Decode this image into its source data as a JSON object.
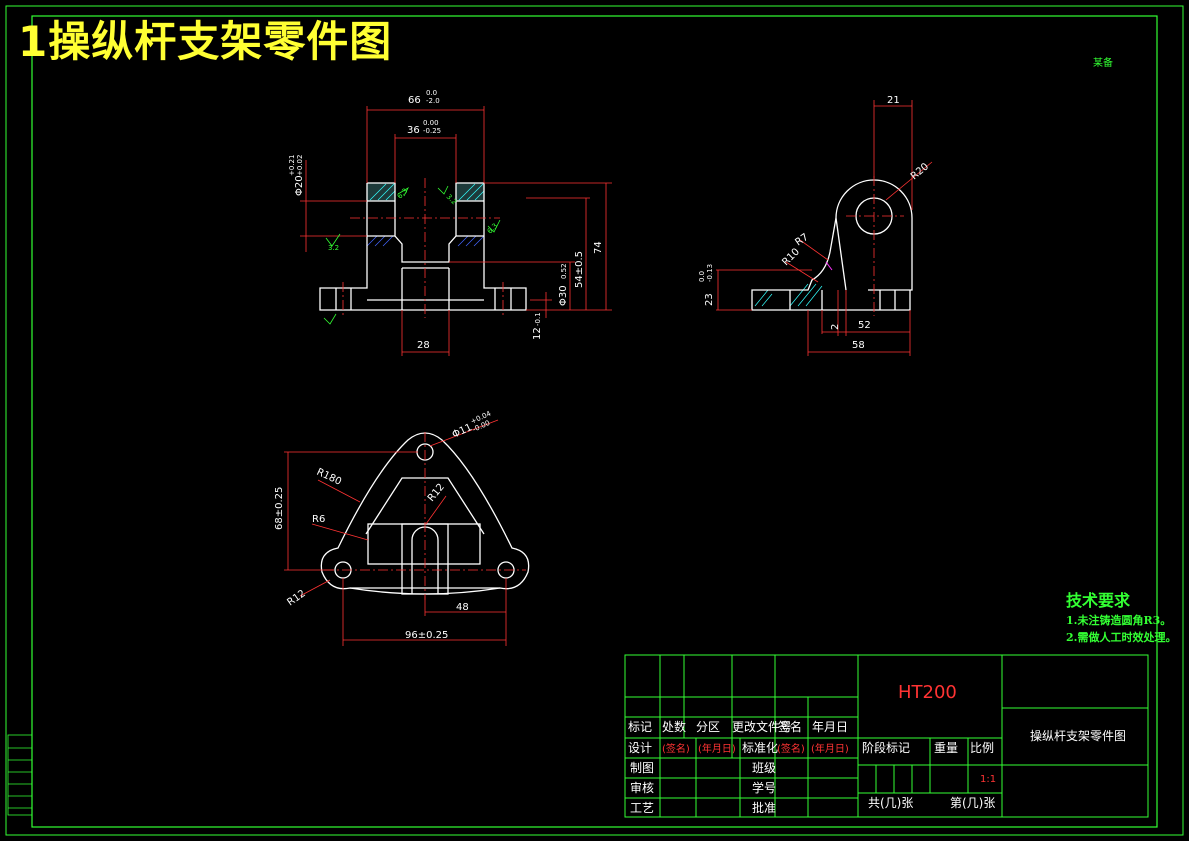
{
  "heading": "1操纵杆支架零件图",
  "signature": "某备",
  "dimensions": {
    "front": [
      "66",
      "36",
      "Φ20",
      "Φ30",
      "54±0.5",
      "74",
      "28",
      "12",
      "0.0",
      "-2.0",
      "0.00",
      "-0.25",
      "+0.21",
      "+0.02",
      "0.52",
      "-0.1"
    ],
    "side": [
      "21",
      "R20",
      "R7",
      "R10",
      "23",
      "0.0",
      "-0.13",
      "2",
      "52",
      "58"
    ],
    "top": [
      "Φ11",
      "+0.04",
      "-0.00",
      "R180",
      "R12",
      "R6",
      "68±0.25",
      "R12",
      "48",
      "96±0.25"
    ],
    "roughness": [
      "6.3",
      "3.2",
      "3.2",
      "6.3",
      "3.2",
      "6.3"
    ]
  },
  "tech_requirements": {
    "title": "技术要求",
    "lines": [
      "1.未注铸造圆角R3。",
      "2.需做人工时效处理。"
    ]
  },
  "title_block": {
    "material": "HT200",
    "part_name": "操纵杆支架零件图",
    "row_headers": [
      "标记",
      "处数",
      "分区",
      "更改文件号",
      "签名",
      "年月日"
    ],
    "design_row": [
      "设计",
      "(签名)",
      "(年月日)",
      "标准化",
      "(签名)",
      "(年月日)"
    ],
    "left_labels": [
      "制图",
      "审核",
      "工艺"
    ],
    "mid_labels": [
      "班级",
      "学号",
      "批准"
    ],
    "stage_labels": [
      "阶段标记",
      "重量",
      "比例"
    ],
    "scale": "1:1",
    "sheet_total": "共(几)张",
    "sheet_no": "第(几)张"
  }
}
